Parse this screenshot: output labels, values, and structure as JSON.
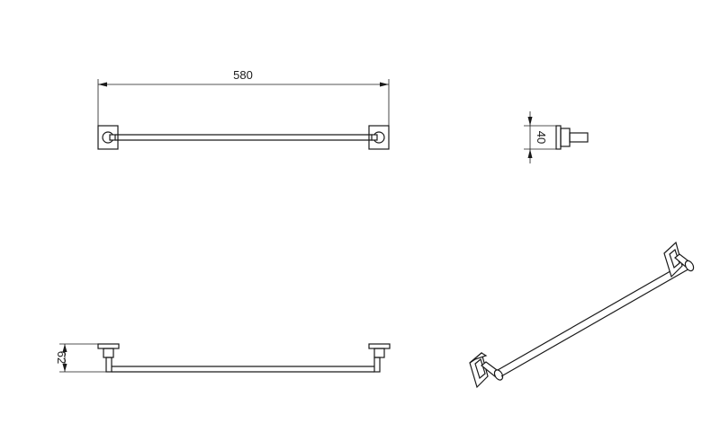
{
  "dimensions": {
    "length": "580",
    "height": "40",
    "depth": "62"
  }
}
